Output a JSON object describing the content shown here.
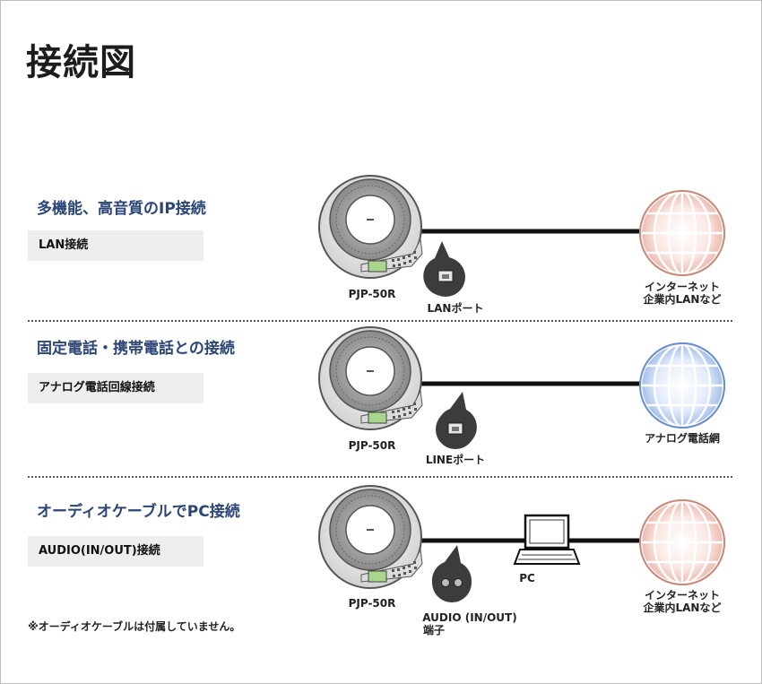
{
  "title": "接続図",
  "device_name": "PJP-50R",
  "sections": [
    {
      "heading": "多機能、高音質のIP接続",
      "label": "LAN接続",
      "port": "LANポート",
      "target": [
        "インターネット",
        "企業内LANなど"
      ]
    },
    {
      "heading": "固定電話・携帯電話との接続",
      "label": "アナログ電話回線接続",
      "port": "LINEポート",
      "target": [
        "アナログ電話網"
      ]
    },
    {
      "heading": "オーディオケーブルでPC接続",
      "label": "AUDIO(IN/OUT)接続",
      "port": [
        "AUDIO (IN/OUT)",
        "端子"
      ],
      "pc": "PC",
      "target": [
        "インターネット",
        "企業内LANなど"
      ]
    }
  ],
  "note": "※オーディオケーブルは付属していません。",
  "colors": {
    "heading": "#2b4574",
    "globe_pink": "#d89486",
    "globe_blue": "#6a8fd0",
    "line": "#111111"
  },
  "icons": [
    "speakerphone-icon",
    "lan-port-icon",
    "line-port-icon",
    "audio-port-icon",
    "globe-icon",
    "pc-icon"
  ]
}
